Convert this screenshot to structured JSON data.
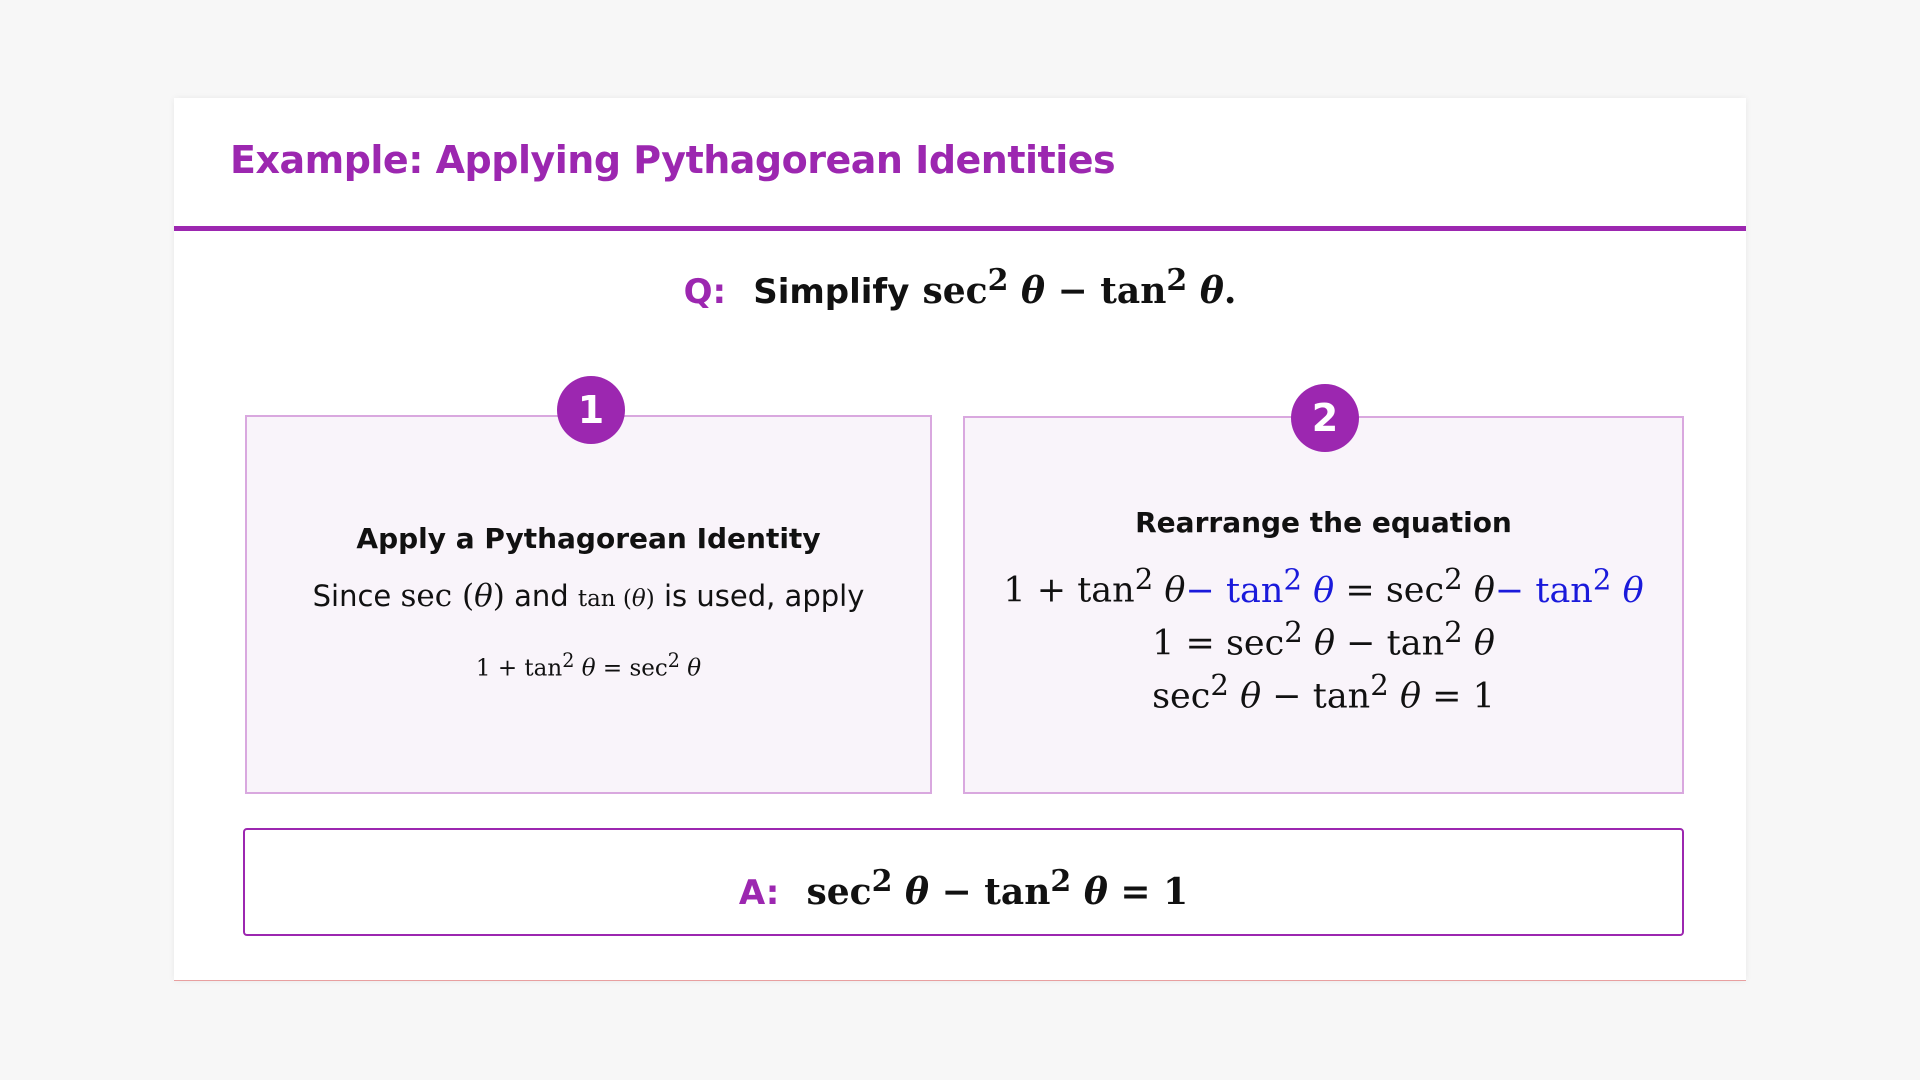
{
  "title": "Example: Applying Pythagorean Identities",
  "question": {
    "tag": "Q:",
    "text": "Simplify",
    "math": {
      "sec": "sec",
      "exp": "2",
      "theta": "θ",
      "minus": "−",
      "tan": "tan",
      "end": "."
    }
  },
  "steps": [
    {
      "number": "1",
      "title": "Apply a Pythagorean Identity",
      "desc_since": "Since",
      "desc_and": "and",
      "desc_used": "is used, apply",
      "sec": "sec",
      "tan": "tan",
      "theta": "θ",
      "identity": {
        "one": "1",
        "plus": "+",
        "tan": "tan",
        "exp": "2",
        "theta": "θ",
        "eq": "=",
        "sec": "sec"
      }
    },
    {
      "number": "2",
      "title": "Rearrange the equation",
      "highlight_color": "#1a1adb",
      "lines": [
        {
          "one": "1",
          "plus": "+",
          "tan": "tan",
          "exp": "2",
          "theta": "θ",
          "minus": "−",
          "eq": "=",
          "sec": "sec"
        },
        {
          "one": "1",
          "eq": "=",
          "sec": "sec",
          "exp": "2",
          "theta": "θ",
          "minus": "−",
          "tan": "tan"
        },
        {
          "sec": "sec",
          "exp": "2",
          "theta": "θ",
          "minus": "−",
          "tan": "tan",
          "eq": "=",
          "one": "1"
        }
      ]
    }
  ],
  "answer": {
    "tag": "A:",
    "math": {
      "sec": "sec",
      "exp": "2",
      "theta": "θ",
      "minus": "−",
      "tan": "tan",
      "eq": "=",
      "one": "1"
    }
  },
  "colors": {
    "accent": "#9c27b0",
    "box_bg": "#f9f4fa",
    "box_border": "#d9a8df"
  }
}
